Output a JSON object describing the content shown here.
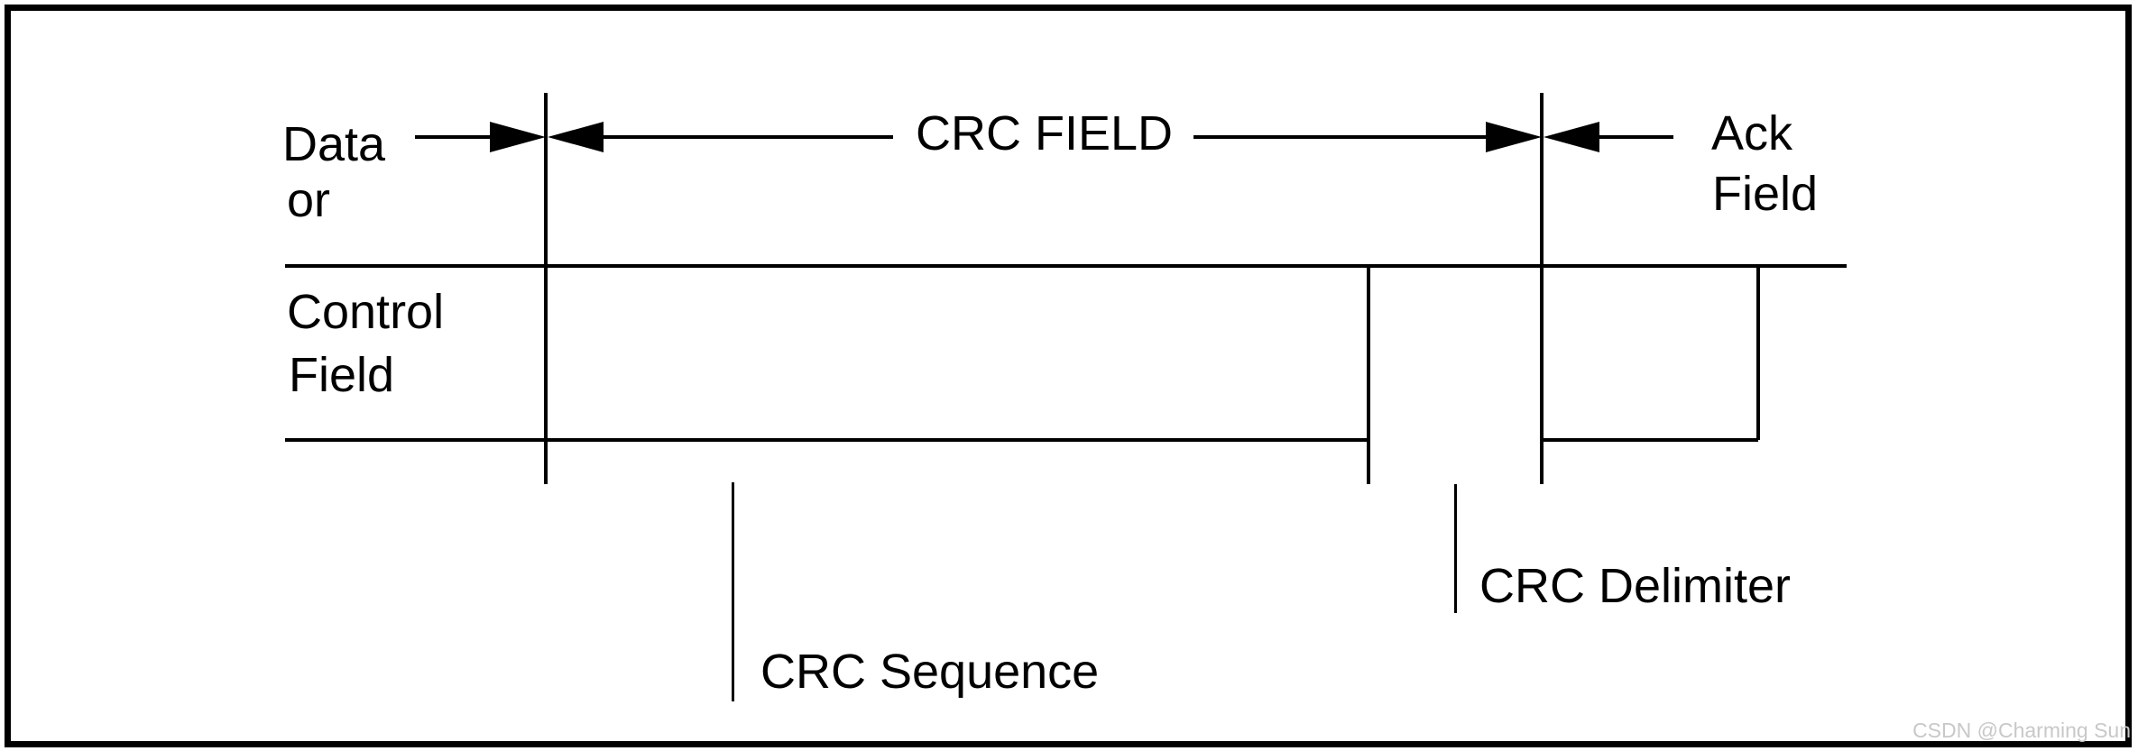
{
  "diagram": {
    "labels": {
      "data": "Data",
      "or": "or",
      "control": "Control",
      "control_field": "Field",
      "crc_field": "CRC FIELD",
      "ack": "Ack",
      "ack_field": "Field",
      "crc_sequence": "CRC Sequence",
      "crc_delimiter": "CRC Delimiter"
    },
    "colors": {
      "line": "#000000",
      "background": "#ffffff",
      "watermark": "#c8c8c8"
    }
  },
  "watermark": {
    "text": "CSDN @Charming Sun"
  }
}
